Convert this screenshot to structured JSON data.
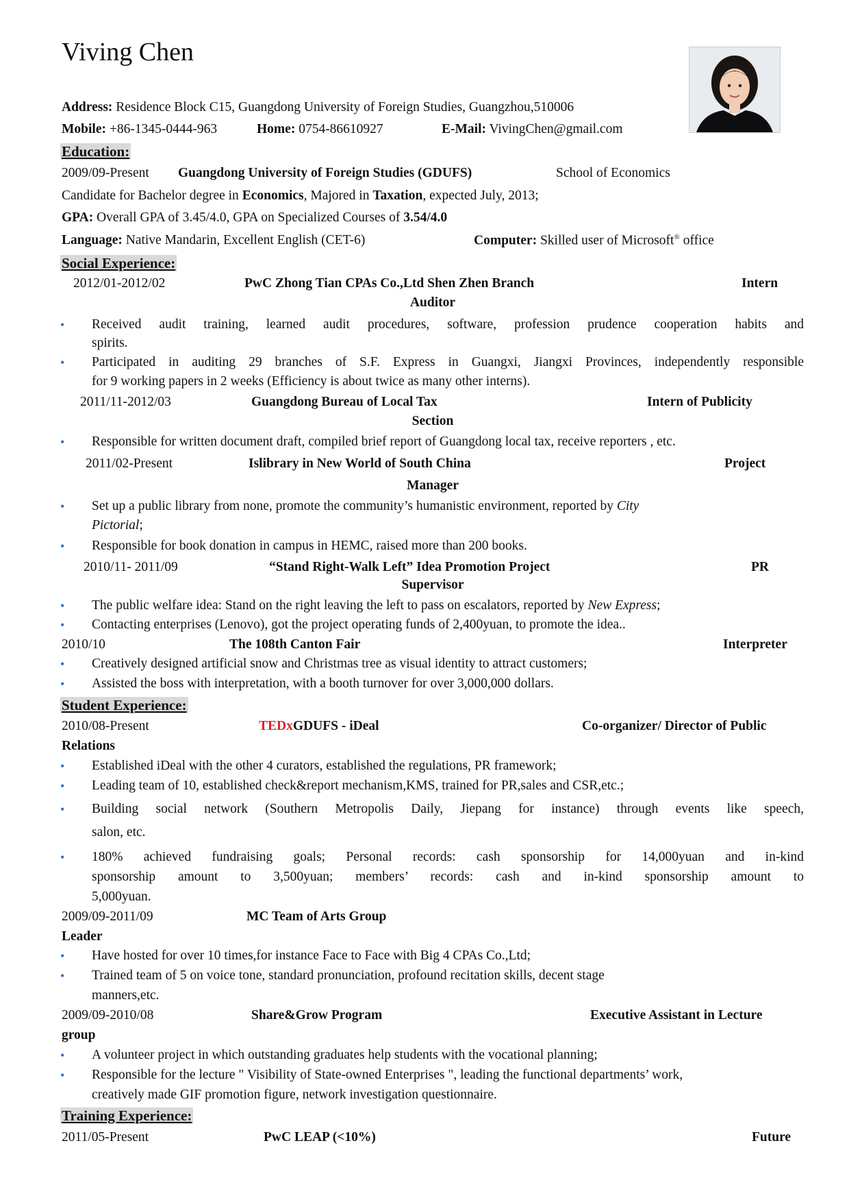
{
  "header": {
    "name": "Viving  Chen",
    "address_label": "Address:",
    "address": "Residence Block C15, Guangdong University of Foreign Studies, Guangzhou,510006",
    "mobile_label": "Mobile:",
    "mobile": "+86-1345-0444-963",
    "home_label": "Home:",
    "home": "0754-86610927",
    "email_label": "E-Mail:",
    "email": "VivingChen@gmail.com"
  },
  "education": {
    "title": "Education:",
    "date": "2009/09-Present",
    "school": "Guangdong University of Foreign Studies (GDUFS)",
    "faculty": "School of Economics",
    "degree_a": "Candidate for Bachelor degree in ",
    "degree_b": "Economics",
    "degree_c": ",  Majored  in  ",
    "degree_d": "Taxation",
    "degree_e": ", expected July, 2013;",
    "gpa_label": "GPA:",
    "gpa_text": "Overall GPA of 3.45/4.0,  GPA on Specialized Courses of ",
    "gpa_spec": "3.54/4.0",
    "lang_label": "Language:",
    "lang_text": "Native  Mandarin,  Excellent  English  (CET-6)",
    "comp_label": "Computer:",
    "comp_text": "Skilled user of Microsoft",
    "comp_sup": "®",
    "comp_tail": " office"
  },
  "social": {
    "title": "Social Experience:",
    "j1_date": "2012/01-2012/02",
    "j1_org": "PwC  Zhong  Tian  CPAs  Co.,Ltd  Shen  Zhen  Branch",
    "j1_role_a": "Intern",
    "j1_role_b": "Auditor",
    "j1_b1a": "Received  audit  training,  learned  audit  procedures,  software,  profession prudence cooperation  habits  and",
    "j1_b1b": "spirits.",
    "j1_b2a": "Participated in auditing  29 branches  of  S.F.  Express in  Guangxi, Jiangxi  Provinces, independently responsible",
    "j1_b2b": "for 9 working  papers in  2  weeks  (Efficiency is about twice as many other interns).",
    "j2_date": "2011/11-2012/03",
    "j2_org": "Guangdong  Bureau of Local Tax",
    "j2_role_a": "Intern  of  Publicity",
    "j2_role_b": "Section",
    "j2_b1": "Responsible  for  written document draft, compiled brief report  of  Guangdong local  tax,  receive reporters , etc.",
    "j3_date": "2011/02-Present",
    "j3_org": "Islibrary  in  New World  of  South  China",
    "j3_role_a": "Project",
    "j3_role_b": "Manager",
    "j3_b1a": "Set  up  a  public  library  from  none,  promote  the  community’s  humanistic  environment,  reported  by ",
    "j3_b1a_i": "City",
    "j3_b1b_i": "Pictorial",
    "j3_b1b": ";",
    "j3_b2": "Responsible for book  donation  in  campus  in  HEMC, raised more than 200 books.",
    "j4_date": "2010/11-  2011/09",
    "j4_org": "“Stand  Right-Walk  Left” Idea  Promotion  Project",
    "j4_role_a": "PR",
    "j4_role_b": "Supervisor",
    "j4_b1": "The public welfare idea: Stand  on  the  right  leaving  the  left  to  pass  on  escalators,  reported  by ",
    "j4_b1_i": "New Express",
    "j4_b1_end": ";",
    "j4_b2": "Contacting enterprises (Lenovo), got the project operating funds of 2,400yuan,  to  promote  the  idea..",
    "j5_date": "2010/10",
    "j5_org": "The  108th Canton Fair",
    "j5_role": "Interpreter",
    "j5_b1": "Creatively  designed artificial snow and  Christmas tree as visual identity to attract customers;",
    "j5_b2": "Assisted the boss with interpretation,  with  a  booth  turnover  for  over  3,000,000  dollars."
  },
  "student": {
    "title": "Student Experience:",
    "s1_date": "2010/08-Present",
    "s1_org_red": "TEDx",
    "s1_org": "GDUFS  -  iDeal",
    "s1_role_a": "Co-organizer/ Director of Public",
    "s1_role_b": "Relations",
    "s1_b1": "Established  iDeal  with  the  other  4  curators, established the regulations,  PR  framework;",
    "s1_b2": "Leading  team  of  10,  established  check&report  mechanism,KMS,  trained  for  PR,sales  and  CSR,etc.;",
    "s1_b3a": "Building  social  network  (Southern  Metropolis  Daily,  Jiepang  for  instance)  through  events  like  speech,",
    "s1_b3b": "salon,  etc.",
    "s1_b4a": "180%  achieved  fundraising  goals;  Personal  records:  cash  sponsorship  for  14,000yuan  and  in-kind",
    "s1_b4b": "sponsorship  amount  to  3,500yuan;  members’  records:  cash  and  in-kind  sponsorship  amount  to",
    "s1_b4c": "5,000yuan.",
    "s2_date": "2009/09-2011/09",
    "s2_org": "MC  Team  of  Arts  Group",
    "s2_role": "Leader",
    "s2_b1": "Have  hosted  for  over  10  times,for  instance  Face  to  Face  with  Big  4  CPAs  Co.,Ltd;",
    "s2_b2a": "Trained  team  of  5  on  voice tone,  standard  pronunciation,  profound recitation  skills,  decent stage",
    "s2_b2b": "manners,etc.",
    "s3_date": "2009/09-2010/08",
    "s3_org": "Share&Grow  Program",
    "s3_role_a": "Executive  Assistant  in  Lecture",
    "s3_role_b": "group",
    "s3_b1": "A  volunteer project in  which  outstanding graduates help students with  the vocational planning;",
    "s3_b2a": "Responsible for  the lecture \" Visibility of  State-owned Enterprises \", leading the functional departments’ work,",
    "s3_b2b": "creatively  made GIF promotion figure, network investigation questionnaire."
  },
  "training": {
    "title": "Training Experience:",
    "t1_date": "2011/05-Present",
    "t1_org": "PwC  LEAP  (<10%)",
    "t1_role": "Future"
  },
  "bullet_char": "•"
}
